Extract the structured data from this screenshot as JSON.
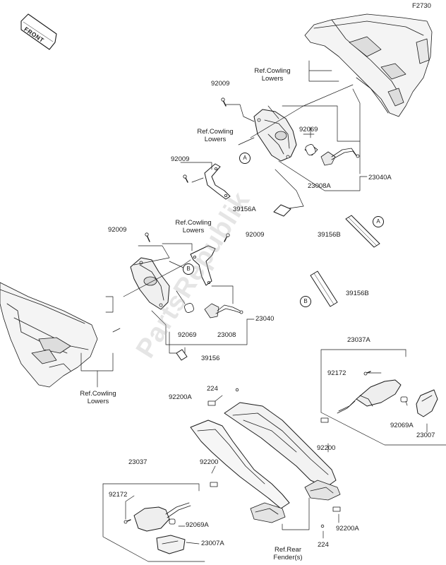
{
  "figure_code": "F2730",
  "front_arrow": "FRONT",
  "watermark": "PartsRepublik",
  "refs": {
    "cowling_lowers_1": [
      "Ref.Cowling",
      "Lowers"
    ],
    "cowling_lowers_2": [
      "Ref.Cowling",
      "Lowers"
    ],
    "cowling_lowers_3": [
      "Ref.Cowling",
      "Lowers"
    ],
    "cowling_lowers_4": [
      "Ref.Cowling",
      "Lowers"
    ],
    "rear_fender": [
      "Ref.Rear",
      "Fender(s)"
    ]
  },
  "parts": {
    "p92009_a": "92009",
    "p92009_b": "92009",
    "p92009_c": "92009",
    "p92009_d": "92009",
    "p92069_top": "92069",
    "p23008a": "23008A",
    "p23040a": "23040A",
    "p39156a": "39156A",
    "p39156b_1": "39156B",
    "p39156b_2": "39156B",
    "p92069_mid": "92069",
    "p23008": "23008",
    "p23040": "23040",
    "p39156": "39156",
    "p23037a": "23037A",
    "p92172_r": "92172",
    "p92069a_r": "92069A",
    "p23007": "23007",
    "p224_top": "224",
    "p92200a_top": "92200A",
    "p92200_r": "92200",
    "p23037": "23037",
    "p92200_l": "92200",
    "p92172_l": "92172",
    "p92069a_l": "92069A",
    "p23007a": "23007A",
    "p224_bot": "224",
    "p92200a_bot": "92200A"
  },
  "callouts": {
    "a": "A",
    "b": "B"
  }
}
